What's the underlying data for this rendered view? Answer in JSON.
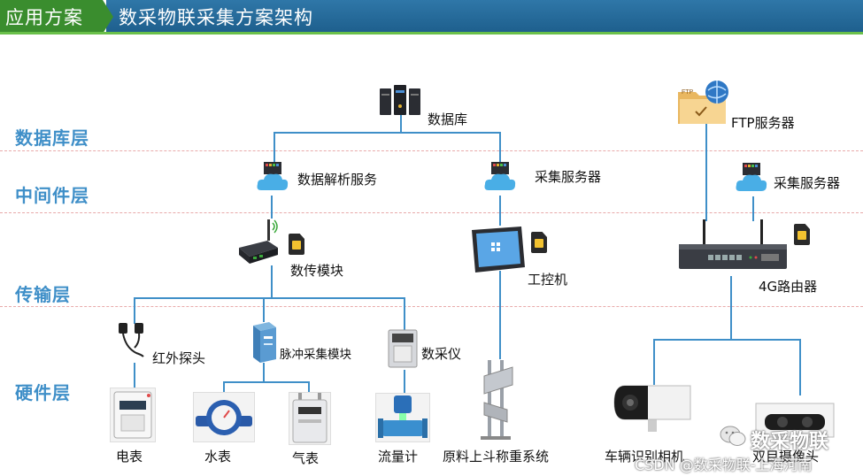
{
  "header": {
    "section_tab": "应用方案",
    "title": "数采物联采集方案架构"
  },
  "layers": {
    "database": "数据库层",
    "middleware": "中间件层",
    "transport": "传输层",
    "hardware": "硬件层"
  },
  "nodes": {
    "database": "数据库",
    "ftp_server": "FTP服务器",
    "parse_service": "数据解析服务",
    "collect_server_1": "采集服务器",
    "collect_server_2": "采集服务器",
    "dtu": "数传模块",
    "ipc": "工控机",
    "router": "4G路由器",
    "ir_probe": "红外探头",
    "pulse_module": "脉冲采集模块",
    "data_collector": "数采仪",
    "electric_meter": "电表",
    "water_meter": "水表",
    "gas_meter": "气表",
    "flow_meter": "流量计",
    "weighing_system": "原料上斗称重系统",
    "plate_camera": "车辆识别相机",
    "dual_camera": "双目摄像头"
  },
  "watermark": {
    "brand": "数采物联",
    "csdn": "CSDN @数采物联-上海河南"
  },
  "colors": {
    "accent_blue": "#3f8fc8",
    "header_green": "#3a8d2e",
    "header_blue": "#1d5e8c",
    "divider_red": "#e8aaaa"
  }
}
